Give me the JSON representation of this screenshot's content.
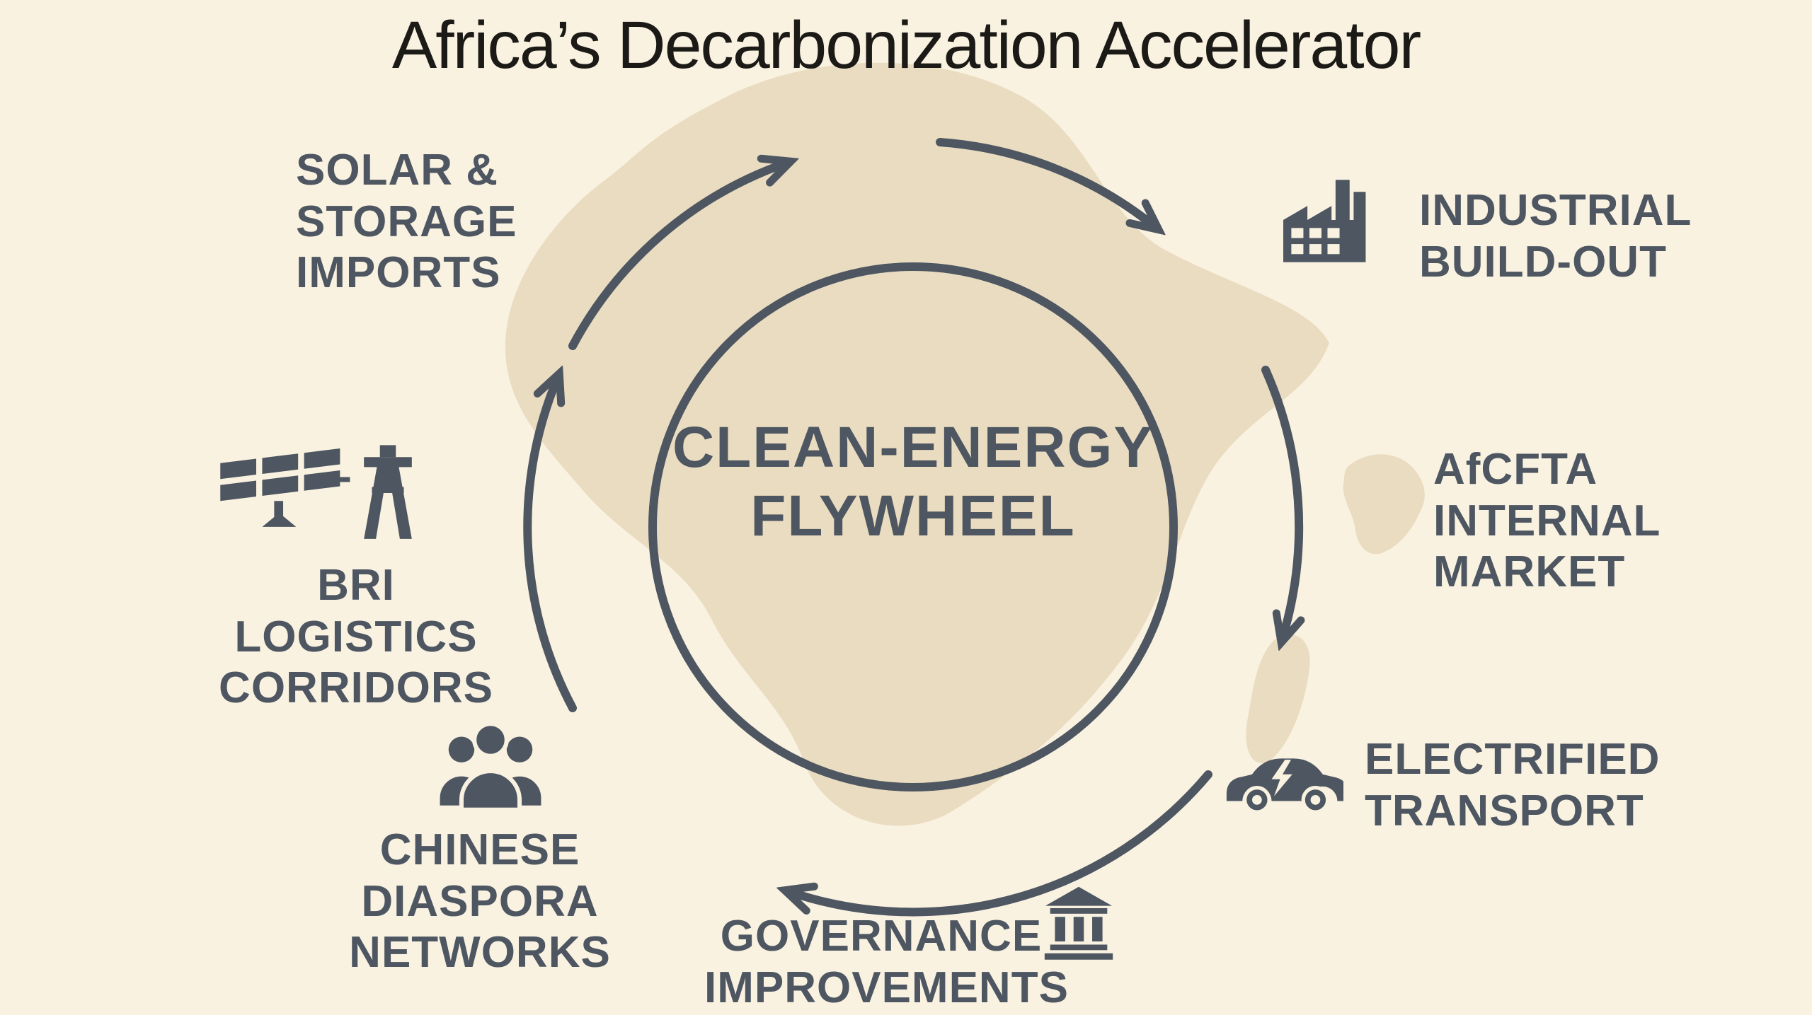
{
  "title": "Africa’s Decarbonization Accelerator",
  "center_label": "CLEAN-ENERGY\nFLYWHEEL",
  "flywheel": {
    "direction": "clockwise"
  },
  "nodes": {
    "solar": {
      "label": "SOLAR &\nSTORAGE\nIMPORTS"
    },
    "industrial": {
      "label": "INDUSTRIAL\nBUILD-OUT",
      "icon": "factory-icon"
    },
    "afcfta": {
      "label": "AfCFTA\nINTERNAL\nMARKET"
    },
    "transport": {
      "label": "ELECTRIFIED\nTRANSPORT",
      "icon": "electric-car-icon"
    },
    "governance": {
      "label": "GOVERNANCE\nIMPROVEMENTS",
      "icon": "bank-icon"
    },
    "diaspora": {
      "label": "CHINESE\nDIASPORA\nNETWORKS",
      "icon": "people-icon"
    },
    "bri": {
      "label": "BRI LOGISTICS\nCORRIDORS",
      "icon": "solar-panel-and-pylon-icon"
    }
  },
  "colors": {
    "background": "#faf2e1",
    "map_silhouette": "#eadcc0",
    "ink": "#4d5661",
    "title_text": "#1c1a17"
  }
}
